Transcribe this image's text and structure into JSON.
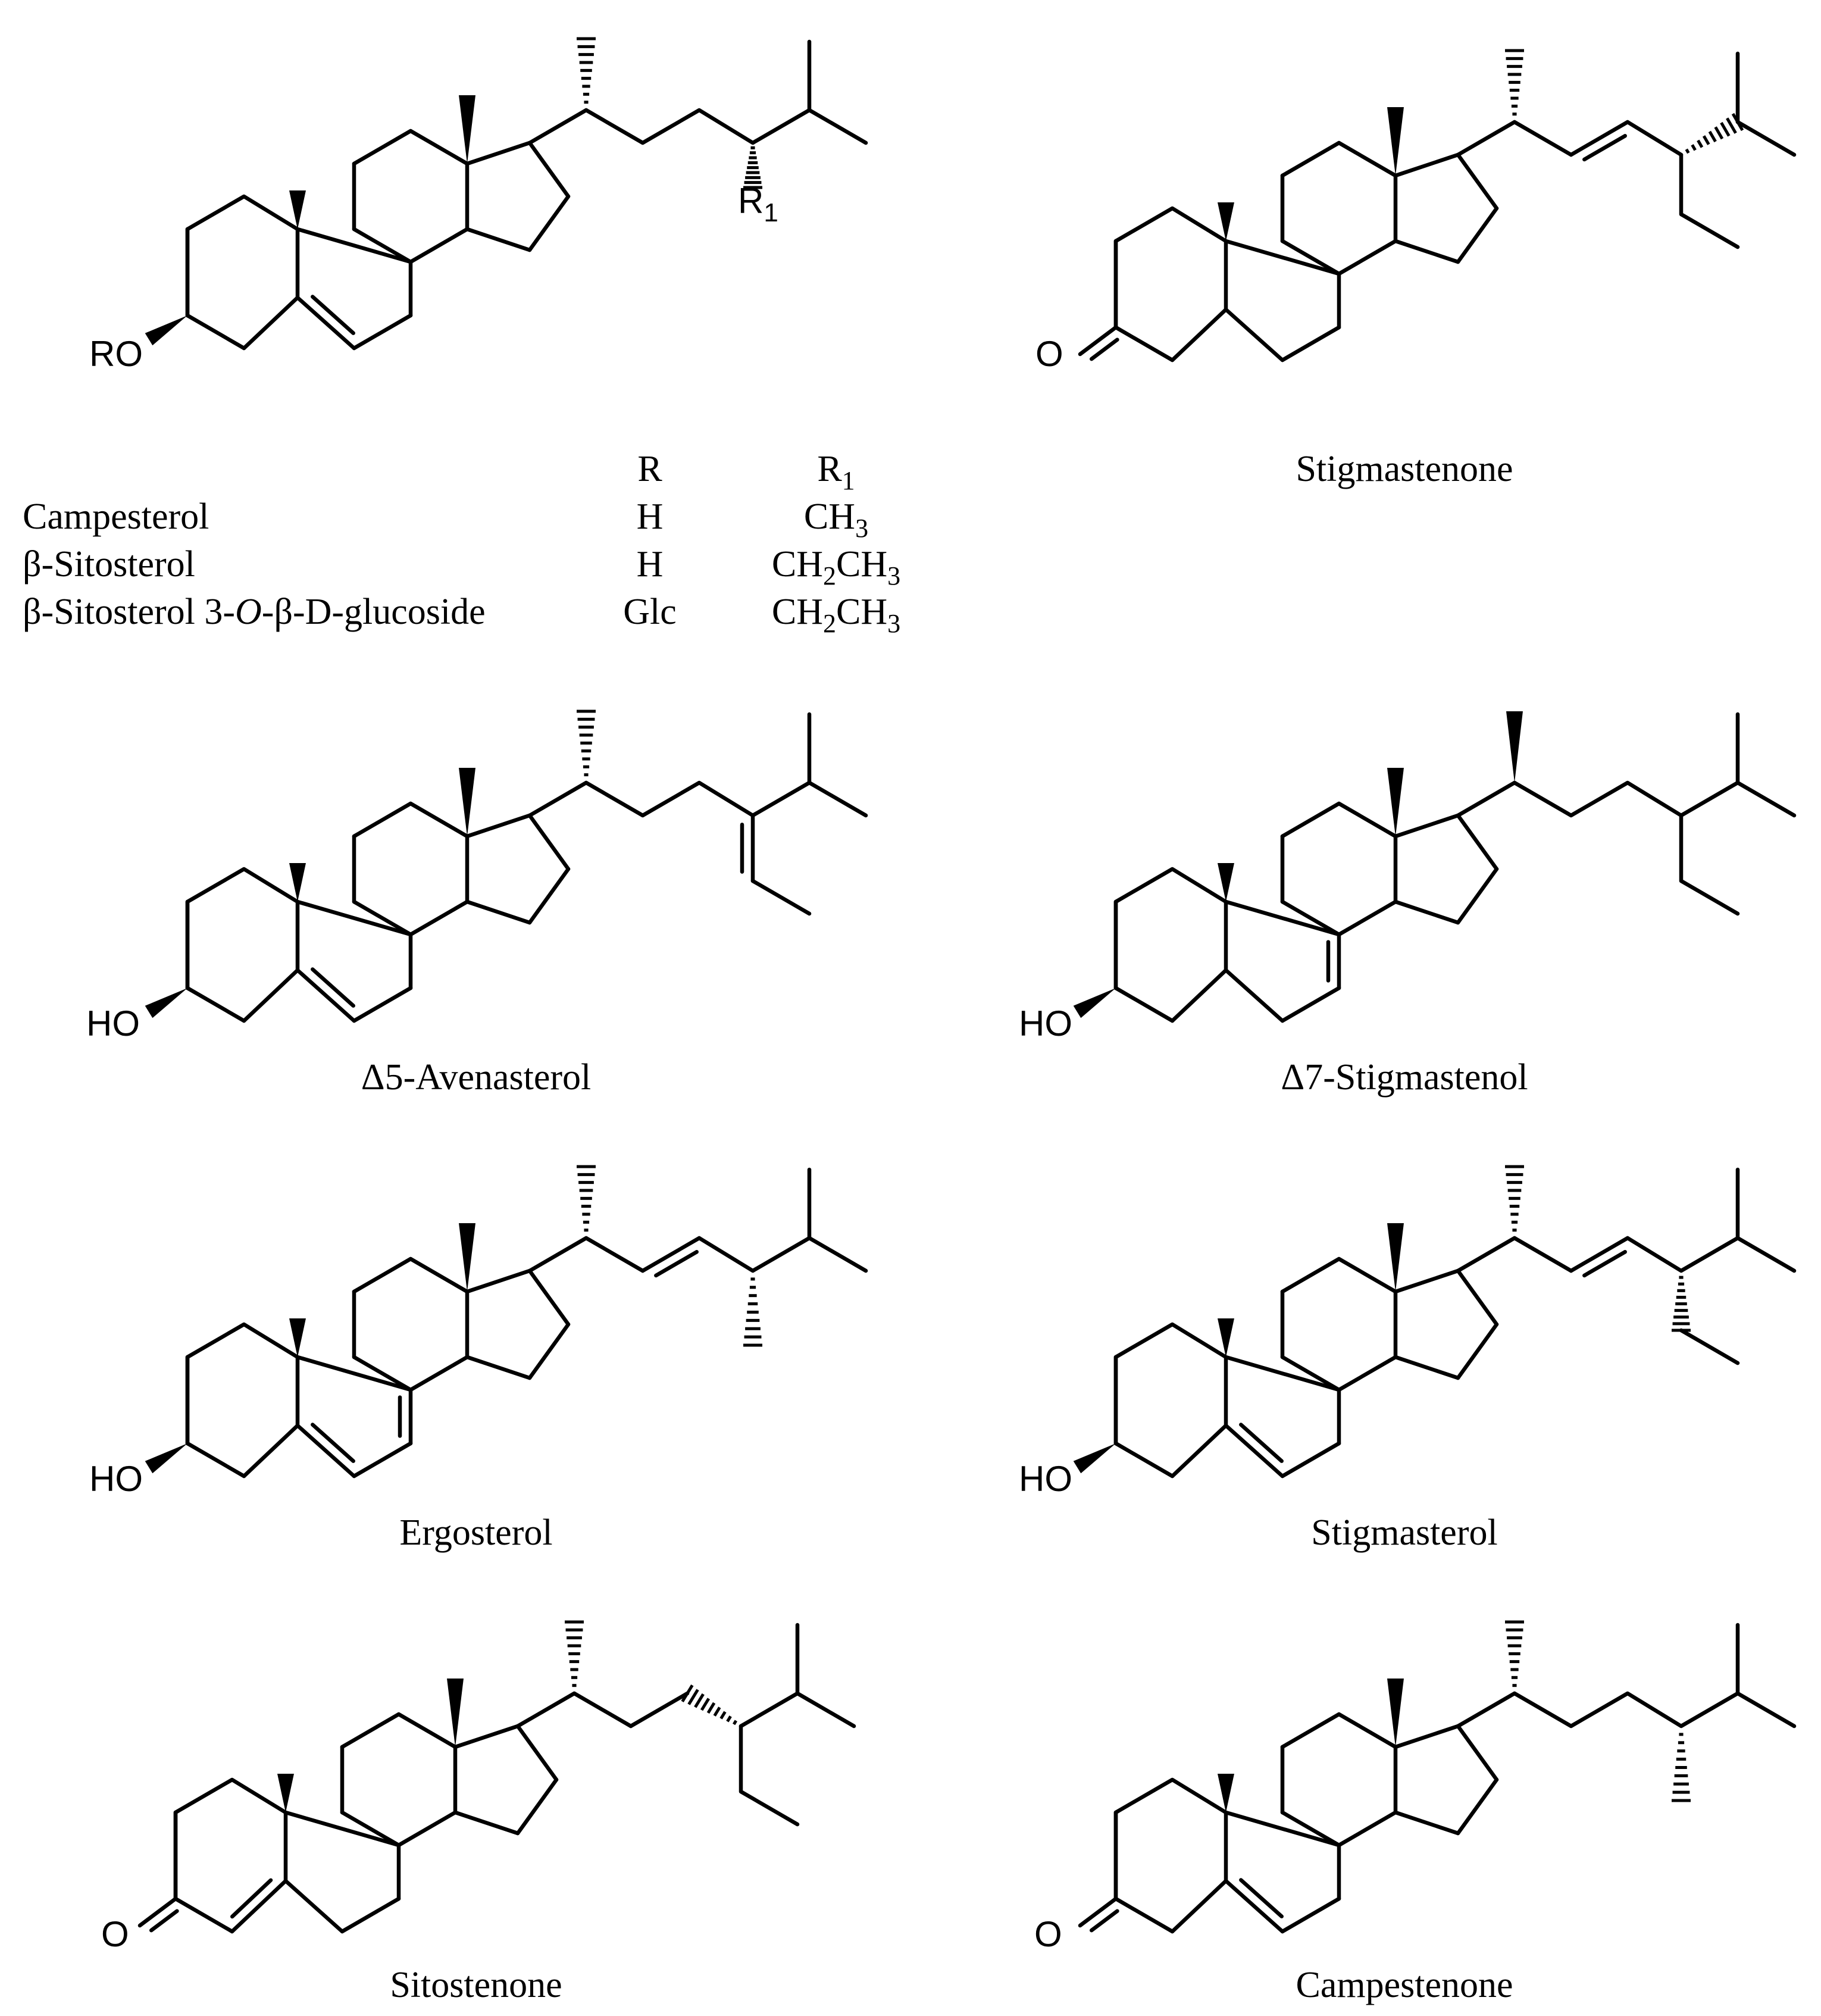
{
  "atoms": {
    "RO": "RO",
    "R1": "R",
    "R1_sub": "1",
    "O": "O",
    "HO": "HO"
  },
  "table": {
    "head_r": "R",
    "head_r1": "R",
    "head_r1_sub": "1",
    "rows": [
      {
        "name": "Campesterol",
        "r": "H",
        "r1_a": "CH",
        "r1_a_sub": "3",
        "r1_b": "",
        "r1_b_sub": ""
      },
      {
        "name": "β-Sitosterol",
        "r": "H",
        "r1_a": "CH",
        "r1_a_sub": "2",
        "r1_b": "CH",
        "r1_b_sub": "3"
      },
      {
        "name_a": "β-Sitosterol 3-",
        "name_i": "O",
        "name_b": "-β-D-glucoside",
        "r": "Glc",
        "r1_a": "CH",
        "r1_a_sub": "2",
        "r1_b": "CH",
        "r1_b_sub": "3"
      }
    ]
  },
  "labels": {
    "stigmastenone": "Stigmastenone",
    "avenasterol": "Δ5-Avenasterol",
    "stigmastenol": "Δ7-Stigmastenol",
    "ergosterol": "Ergosterol",
    "stigmasterol": "Stigmasterol",
    "sitostenone": "Sitostenone",
    "campestenone": "Campestenone"
  }
}
